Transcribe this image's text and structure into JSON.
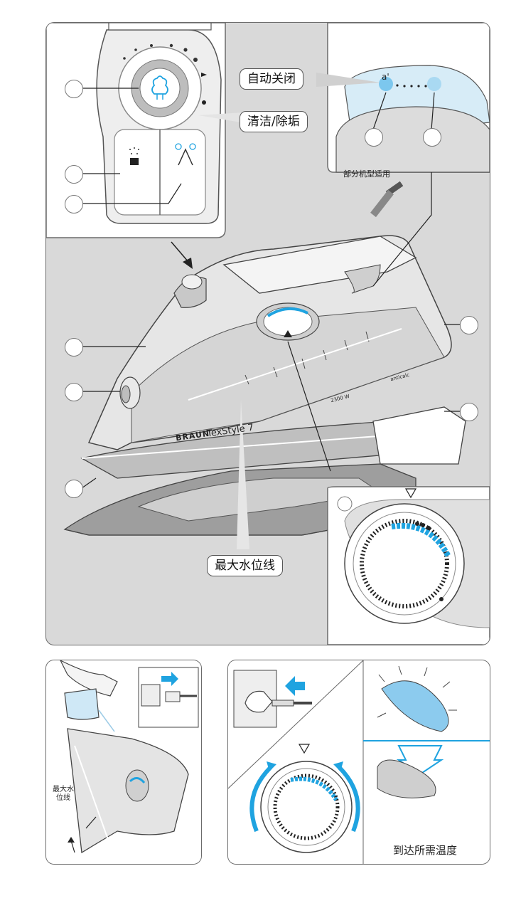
{
  "labels": {
    "auto_off": "自动关闭",
    "clean_descale": "清洁/除垢",
    "some_models": "部分机型适用",
    "max_water_line": "最大水位线",
    "max_water_line_small": "最大水\n位线",
    "reach_temperature": "到达所需温度"
  },
  "iron": {
    "brand": "BRAUN",
    "model": "TexStyle 7",
    "wattage": "2300 W",
    "anticalc": "anticalc"
  },
  "colors": {
    "panel_bg": "#d9d9d9",
    "accent_blue": "#1fa3e0",
    "outline": "#4a4a4a"
  },
  "icons": {
    "steam": "steam-icon",
    "spray": "spray-icon",
    "shot": "shot-of-steam-icon",
    "plug": "plug-icon",
    "arrow": "arrow-icon"
  }
}
